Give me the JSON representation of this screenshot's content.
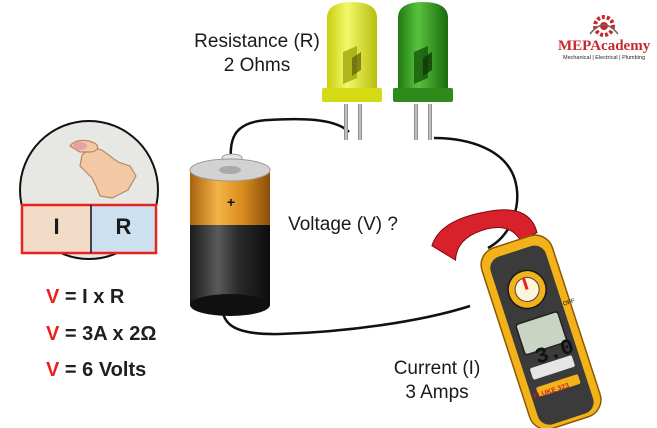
{
  "resistance": {
    "line1": "Resistance (R)",
    "line2": "2 Ohms"
  },
  "voltage": {
    "label": "Voltage (V) ?"
  },
  "current": {
    "line1": "Current (I)",
    "line2": "3 Amps"
  },
  "battery": {
    "terminal": "+"
  },
  "ohms_law_circle": {
    "left_letter": "I",
    "right_letter": "R"
  },
  "equations": [
    {
      "var": "V",
      "rest": " = I x R"
    },
    {
      "var": "V",
      "rest": " = 3A x 2Ω"
    },
    {
      "var": "V",
      "rest": " = 6 Volts"
    }
  ],
  "meter": {
    "display_value": "3.0",
    "brand": "FLUKE",
    "model": "323",
    "dial_off": "OFF"
  },
  "logo": {
    "name": "MEPAcademy",
    "tagline": "Mechanical | Electrical | Plumbing"
  },
  "colors": {
    "accent_red": "#e8231f",
    "led_yellow": "#e8ee1c",
    "led_green": "#2f9a1e",
    "meter_yellow": "#f4b21a",
    "battery_copper": "#d98d1e"
  }
}
